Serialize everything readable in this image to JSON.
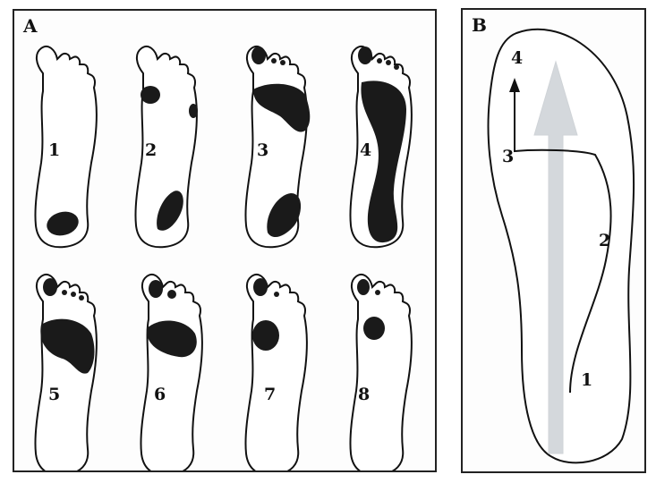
{
  "panels": {
    "a": {
      "letter": "A"
    },
    "b": {
      "letter": "B"
    }
  },
  "footprints": [
    {
      "number": "1",
      "contact": "heel only"
    },
    {
      "number": "2",
      "contact": "heel, first and fifth metatarsal heads"
    },
    {
      "number": "3",
      "contact": "heel, forefoot band, hallux"
    },
    {
      "number": "4",
      "contact": "full foot with medial arch"
    },
    {
      "number": "5",
      "contact": "forefoot and toes"
    },
    {
      "number": "6",
      "contact": "metatarsal heads and toes"
    },
    {
      "number": "7",
      "contact": "medial forefoot and toes"
    },
    {
      "number": "8",
      "contact": "first metatarsal head and toes"
    }
  ],
  "gait_path": {
    "labels": [
      "1",
      "2",
      "3",
      "4"
    ]
  },
  "colors": {
    "ink": "#111111",
    "fill": "#1a1a1a",
    "arrow": "#d4d8dc"
  }
}
